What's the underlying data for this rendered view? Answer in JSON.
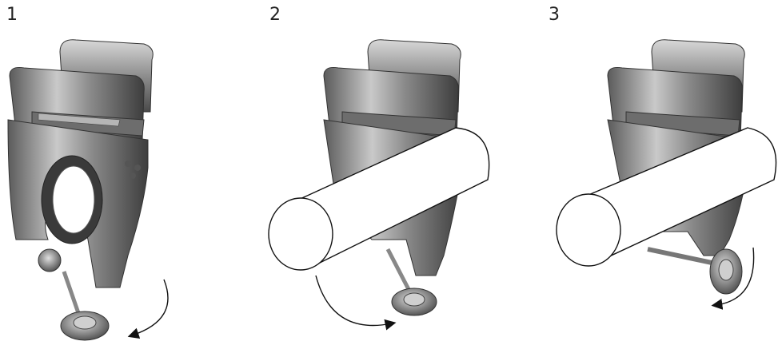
{
  "steps": [
    {
      "number": "1"
    },
    {
      "number": "2"
    },
    {
      "number": "3"
    }
  ]
}
